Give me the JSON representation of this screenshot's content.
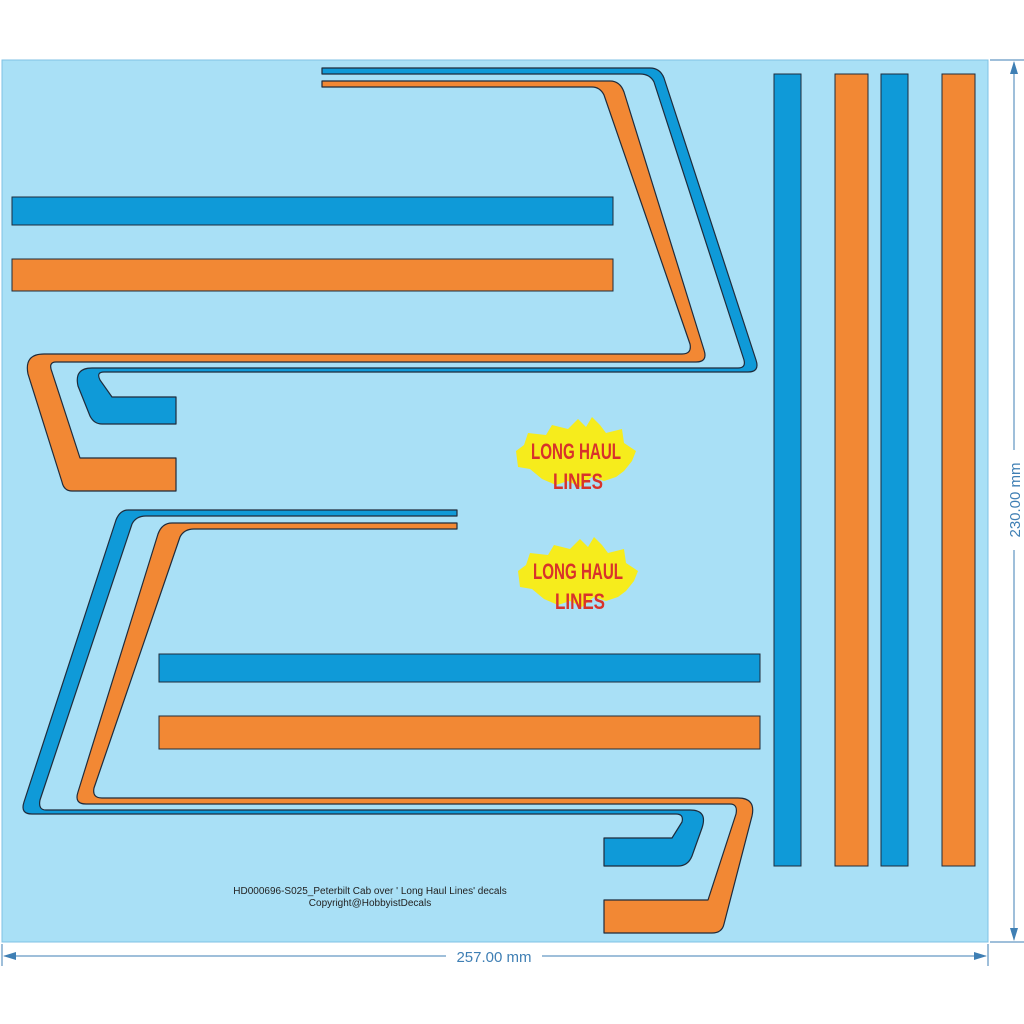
{
  "sheet": {
    "product_line": "HD000696-S025_Peterbilt Cab over ' Long Haul Lines' decals",
    "copyright": "Copyright@HobbyistDecals",
    "width_label": "257.00 mm",
    "height_label": "230.00 mm"
  },
  "logo": {
    "line1": "LONG HAUL",
    "line2": "LINES"
  },
  "colors": {
    "background": "#a9e0f6",
    "blue": "#0f9ad8",
    "orange": "#f28834",
    "logo_text": "#d8322b",
    "logo_splash": "#f6ec1c",
    "dimension": "#3f7fb4",
    "outline": "#1f2b3b"
  },
  "icons": [
    "arrow-left-icon",
    "arrow-right-icon",
    "arrow-up-icon",
    "arrow-down-icon"
  ]
}
